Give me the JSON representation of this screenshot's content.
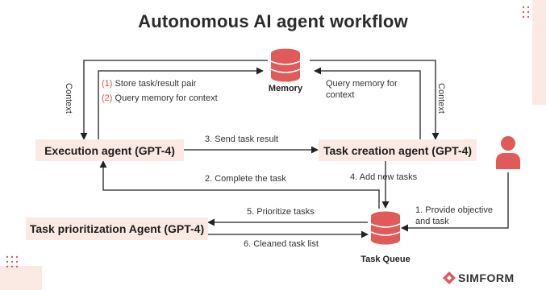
{
  "title": "Autonomous AI agent workflow",
  "nodes": {
    "execution": "Execution agent (GPT-4)",
    "creation": "Task creation agent (GPT-4)",
    "prioritization": "Task prioritization Agent (GPT-4)"
  },
  "stores": {
    "memory": "Memory",
    "queue": "Task Queue"
  },
  "labels": {
    "context_left": "Context",
    "context_right": "Context",
    "store_num": "(1)",
    "store_text": "Store task/result pair",
    "query_num": "(2)",
    "query_text": "Query memory for context",
    "query_memory_line1": "Query memory for",
    "query_memory_line2": "context",
    "send_result": "3. Send task result",
    "complete_task": "2. Complete the task",
    "add_tasks": "4. Add new tasks",
    "objective_line1": "1. Provide objective",
    "objective_line2": "and task",
    "prioritize": "5. Prioritize tasks",
    "cleaned": "6. Cleaned task list"
  },
  "brand": "SIMFORM",
  "colors": {
    "node_bg": "#fbe9e3",
    "accent": "#e05a5a",
    "line": "#222222"
  },
  "icons": [
    "database-icon",
    "user-icon",
    "simform-logo-icon",
    "dot-grid-icon"
  ]
}
